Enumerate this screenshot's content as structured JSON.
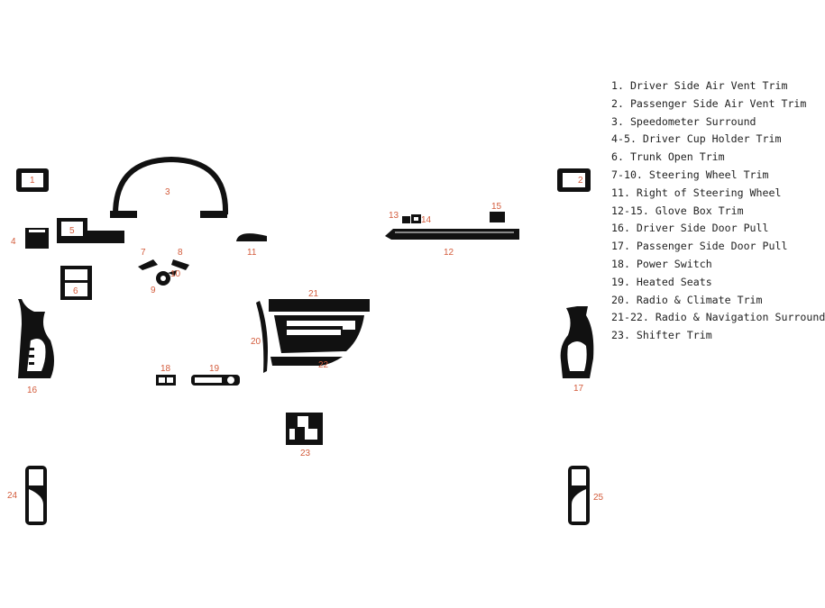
{
  "legend": [
    "1. Driver Side Air Vent Trim",
    "2. Passenger Side Air Vent Trim",
    "3. Speedometer Surround",
    "4-5. Driver Cup Holder Trim",
    "6. Trunk Open Trim",
    "7-10. Steering Wheel Trim",
    "11. Right of Steering Wheel",
    "12-15. Glove Box Trim",
    "16. Driver Side Door Pull",
    "17. Passenger Side Door Pull",
    "18. Power Switch",
    "19. Heated Seats",
    "20. Radio & Climate Trim",
    "21-22. Radio & Navigation Surround",
    "23. Shifter Trim"
  ],
  "part_numbers": [
    "1",
    "2",
    "3",
    "4",
    "5",
    "6",
    "7",
    "8",
    "9",
    "10",
    "11",
    "12",
    "13",
    "14",
    "15",
    "16",
    "17",
    "18",
    "19",
    "20",
    "21",
    "22",
    "23",
    "24",
    "25"
  ],
  "colors": {
    "trim": "#111111",
    "number": "#d35c3c",
    "legend_text": "#222222",
    "background": "#ffffff"
  }
}
